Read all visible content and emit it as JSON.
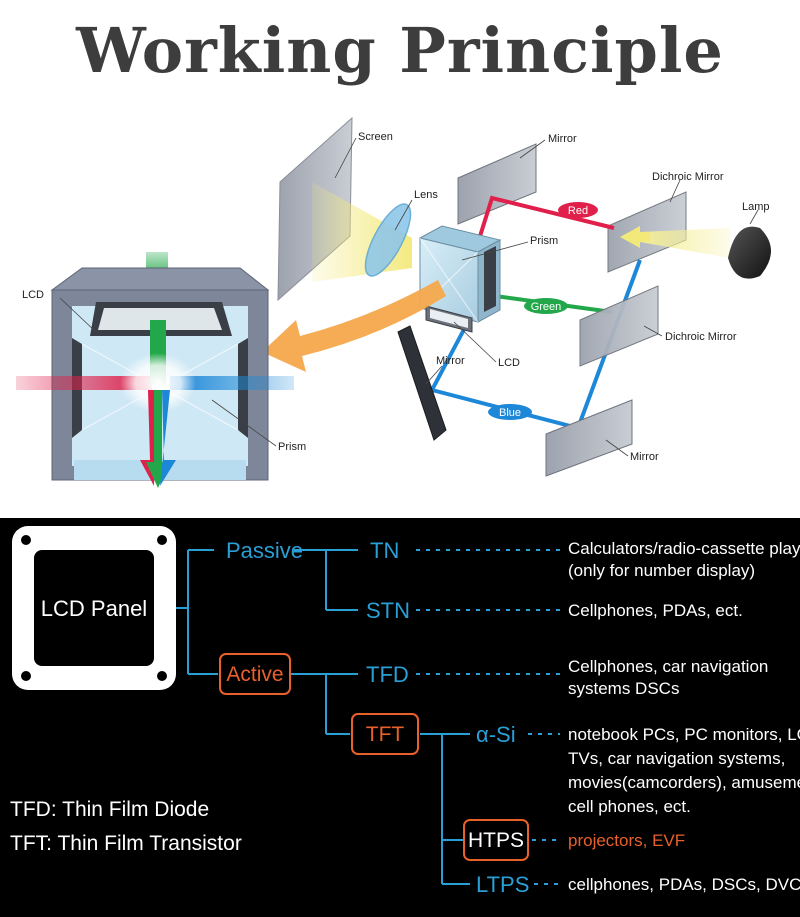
{
  "title": "Working Principle",
  "optics": {
    "labels": {
      "screen": "Screen",
      "lens": "Lens",
      "mirror_top": "Mirror",
      "dichroic_top": "Dichroic Mirror",
      "lamp": "Lamp",
      "prism_small": "Prism",
      "dichroic_mid": "Dichroic Mirror",
      "lcd_small": "LCD",
      "mirror_left": "Mirror",
      "mirror_bottom": "Mirror",
      "lcd_big": "LCD",
      "prism_big": "Prism"
    },
    "beams": {
      "red": "Red",
      "green": "Green",
      "blue": "Blue"
    },
    "colors": {
      "red": "#e0204a",
      "green": "#22a84a",
      "blue": "#1e88d8",
      "arrow": "#f6a84c",
      "lamp_light": "#f3e97a"
    }
  },
  "panel": {
    "root": "LCD Panel",
    "nodes": {
      "passive": "Passive",
      "active": "Active",
      "tn": "TN",
      "stn": "STN",
      "tfd": "TFD",
      "tft": "TFT",
      "asi": "α-Si",
      "htps": "HTPS",
      "ltps": "LTPS"
    },
    "uses": {
      "tn": [
        "Calculators/radio-cassette players",
        "(only for number display)"
      ],
      "stn": [
        "Cellphones, PDAs, ect."
      ],
      "tfd": [
        "Cellphones, car navigation",
        "systems DSCs"
      ],
      "asi": [
        "notebook PCs, PC monitors, LCD",
        "TVs, car navigation systems,",
        "movies(camcorders), amusement",
        "cell phones, ect."
      ],
      "htps": [
        "projectors, EVF"
      ],
      "ltps": [
        "cellphones, PDAs, DSCs, DVCs, ect."
      ]
    },
    "legend": [
      "TFD: Thin Film Diode",
      "TFT: Thin Film Transistor"
    ],
    "colors": {
      "line": "#2a9fd6",
      "text_blue": "#2a9fd6",
      "orange": "#e8602a",
      "white": "#ffffff"
    }
  }
}
